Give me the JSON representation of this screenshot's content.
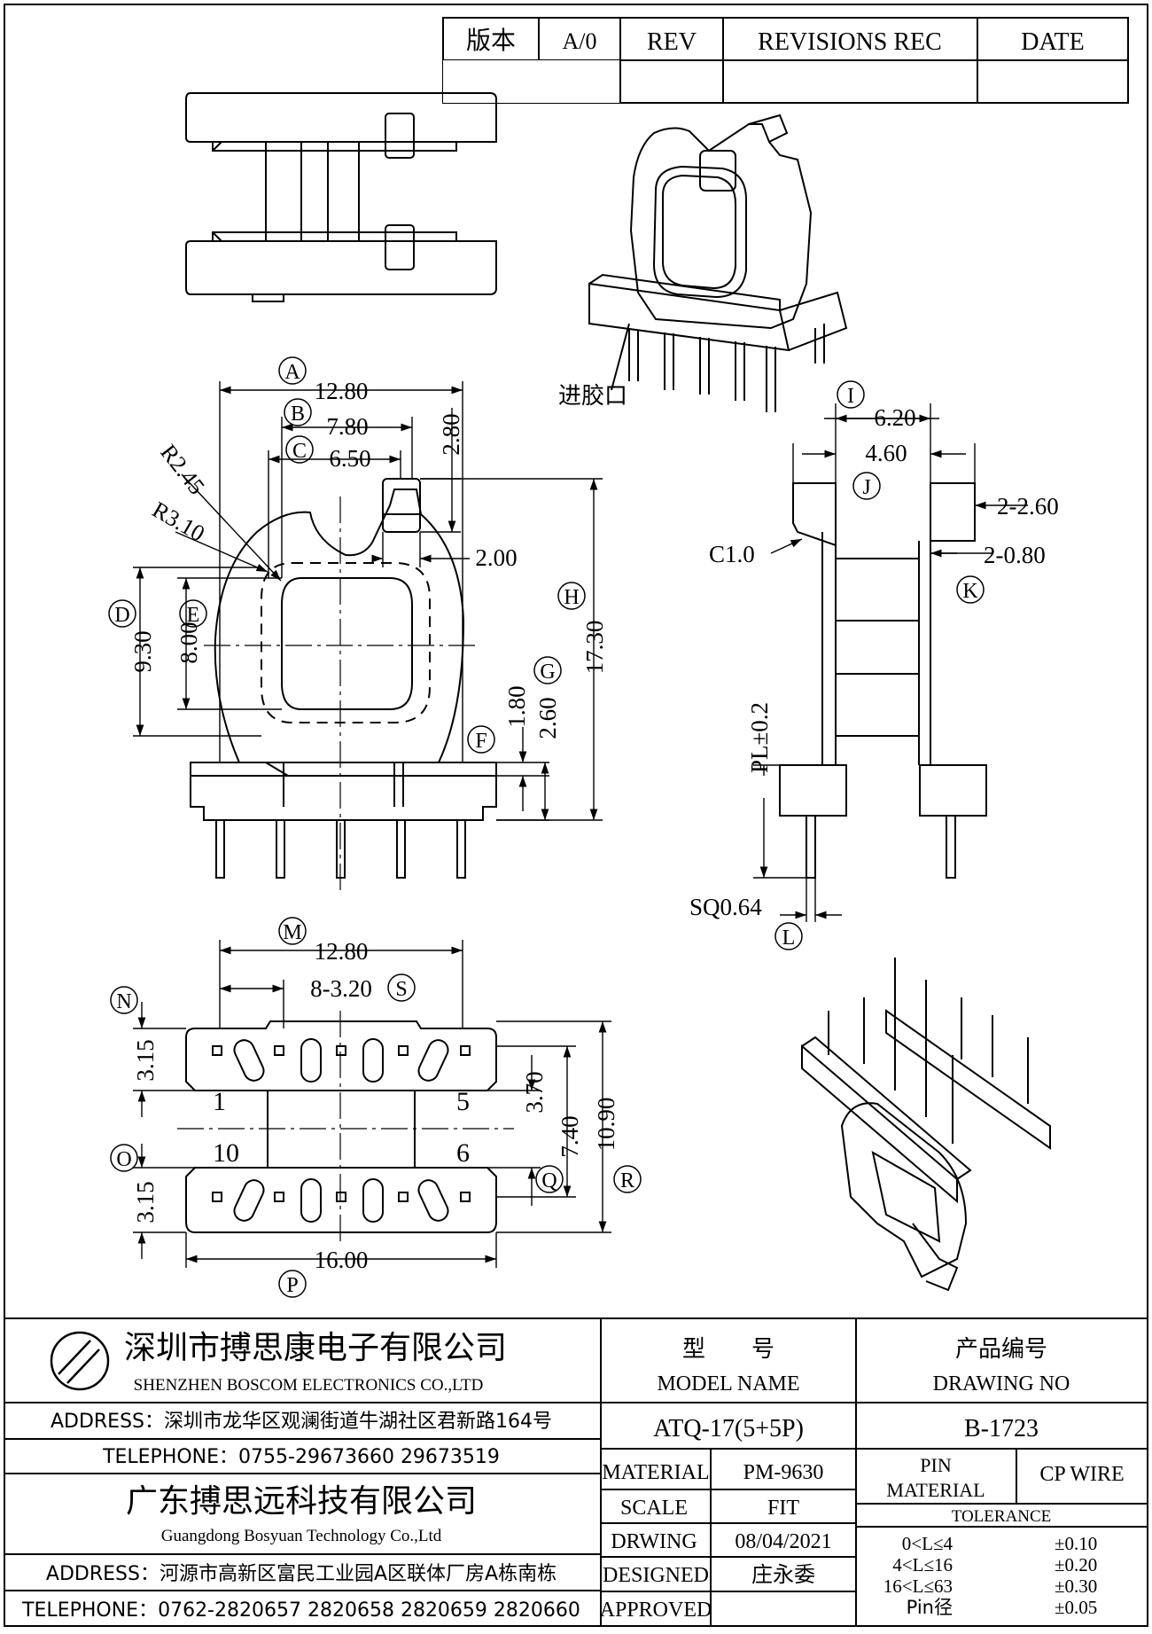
{
  "revision_block": {
    "version_label": "版本",
    "version_value": "A/0",
    "rev_label": "REV",
    "revisions_label": "REVISIONS REC",
    "date_label": "DATE"
  },
  "views": {
    "gate_label": "进胶口",
    "front": {
      "A": {
        "letter": "A",
        "value": "12.80"
      },
      "B": {
        "letter": "B",
        "value": "7.80"
      },
      "C": {
        "letter": "C",
        "value": "6.50"
      },
      "top_notch": "2.80",
      "tab_width": "2.00",
      "r_inner": "R2.45",
      "r_outer": "R3.10",
      "D": {
        "letter": "D",
        "value": "9.30"
      },
      "E": {
        "letter": "E",
        "value": "8.00"
      },
      "F": {
        "letter": "F",
        "value": "1.80"
      },
      "G": {
        "letter": "G",
        "value": "2.60"
      },
      "H": {
        "letter": "H",
        "value": "17.30"
      }
    },
    "side": {
      "I": {
        "letter": "I",
        "value": "6.20"
      },
      "inner_width": "4.60",
      "J": {
        "letter": "J"
      },
      "K": {
        "letter": "K"
      },
      "L": {
        "letter": "L"
      },
      "flange_top": "2-2.60",
      "flange_thk": "2-0.80",
      "chamfer": "C1.0",
      "pin_length": "PL±0.2",
      "pin_size": "SQ0.64"
    },
    "bottom": {
      "M": {
        "letter": "M",
        "value": "12.80"
      },
      "S": {
        "letter": "S",
        "value": "8-3.20"
      },
      "N": {
        "letter": "N",
        "value": "3.15"
      },
      "O": {
        "letter": "O",
        "value": "3.15"
      },
      "P": {
        "letter": "P",
        "value": "16.00"
      },
      "Q": {
        "letter": "Q",
        "value": "7.40"
      },
      "R": {
        "letter": "R",
        "value": "10.90"
      },
      "inner_gap": "3.70",
      "pin_labels": {
        "p1": "1",
        "p5": "5",
        "p10": "10",
        "p6": "6"
      }
    }
  },
  "title_block": {
    "company_cn": "深圳市搏思康电子有限公司",
    "company_en": "SHENZHEN BOSCOM ELECTRONICS CO.,LTD",
    "address1": "ADDRESS：深圳市龙华区观澜街道牛湖社区君新路164号",
    "telephone1": "TELEPHONE：0755-29673660 29673519",
    "company2_cn": "广东搏思远科技有限公司",
    "company2_en": "Guangdong Bosyuan Technology Co.,Ltd",
    "address2": "ADDRESS：河源市高新区富民工业园A区联体厂房A栋南栋",
    "telephone2": "TELEPHONE：0762-2820657 2820658 2820659 2820660",
    "model_cn": "型　　号",
    "model_en": "MODEL NAME",
    "drawing_cn": "产品编号",
    "drawing_en": "DRAWING NO",
    "model_value": "ATQ-17(5+5P)",
    "drawing_value": "B-1723",
    "material_label": "MATERIAL",
    "material_value": "PM-9630",
    "pin_material_label1": "PIN",
    "pin_material_label2": "MATERIAL",
    "pin_material_value": "CP WIRE",
    "scale_label": "SCALE",
    "scale_value": "FIT",
    "tolerance_label": "TOLERANCE",
    "drwing_label": "DRWING",
    "drwing_value": "08/04/2021",
    "designed_label": "DESIGNED",
    "designed_value": "庄永委",
    "approved_label": "APPROVED",
    "tolerances": [
      {
        "range": "0<L≤4",
        "value": "±0.10"
      },
      {
        "range": "4<L≤16",
        "value": "±0.20"
      },
      {
        "range": "16<L≤63",
        "value": "±0.30"
      },
      {
        "range": "Pin径",
        "value": "±0.05"
      }
    ]
  }
}
